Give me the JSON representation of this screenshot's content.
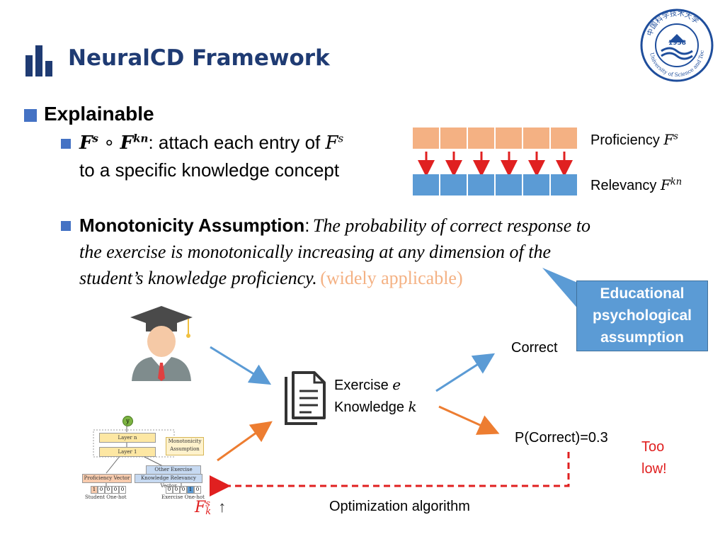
{
  "header": {
    "title": "NeuralCD Framework",
    "logo_icon": "bar-chart-icon",
    "seal_text": "University of Science and Technology of China",
    "seal_year": "1958",
    "seal_chinese": "中国科学技术大学"
  },
  "section": {
    "heading": "Explainable",
    "bullet1": {
      "math_prefix": "F",
      "math_sup1": "s",
      "op": " ∘ ",
      "math_f2": "F",
      "math_sup2": "kn",
      "text": ": attach each entry of ",
      "math_fs": "F",
      "math_fs_sup": "s",
      "line2": "to a specific knowledge concept"
    },
    "bullet2": {
      "bold_label": "Monotonicity Assumption",
      "colon": ":",
      "italic_line1": "The probability of correct response to",
      "italic_line2": "the exercise is monotonically increasing at any dimension of the",
      "italic_line3": "student’s knowledge proficiency.",
      "note": "(widely applicable)"
    }
  },
  "vector_diagram": {
    "proficiency_label": "Proficiency ",
    "proficiency_math": "F",
    "proficiency_sup": "s",
    "relevancy_label": "Relevancy ",
    "relevancy_math": "F",
    "relevancy_sup": "kn",
    "cells": 6
  },
  "callout": {
    "line1": "Educational",
    "line2": "psychological",
    "line3": "assumption"
  },
  "flow": {
    "exercise_label": "Exercise ",
    "exercise_var": "e",
    "knowledge_label": "Knowledge ",
    "knowledge_var": "k",
    "correct": "Correct",
    "p_correct": "P(Correct)=0.3",
    "too_low_1": "Too",
    "too_low_2": "low!",
    "optimization": "Optimization algorithm",
    "fks_math": "F",
    "fks_sup": "s",
    "fks_sub": "k",
    "fks_arrow": "↑"
  },
  "mini_network": {
    "top_node": "y",
    "layer_n": "Layer n",
    "layer_1": "Layer 1",
    "monotonicity": "Monotonicity",
    "assumption": "Assumption",
    "other_factors": "Other Exercise Factors",
    "proficiency_vector": "Proficiency Vector",
    "knowledge_relevancy_vector": "Knowledge Relevancy Vector",
    "student_onehot": "Student One-hot",
    "exercise_onehot": "Exercise One-hot",
    "onehot_digits": [
      "1",
      "0",
      "0",
      "0",
      "0"
    ],
    "exercise_digits": [
      "0",
      "0",
      "0",
      "1",
      "0"
    ]
  },
  "colors": {
    "title": "#1f3b73",
    "bullet": "#4472c4",
    "orange_cell": "#f4b183",
    "blue_cell": "#5b9bd5",
    "red_arrow": "#e02020",
    "blue_arrow": "#5b9bd5",
    "orange_arrow": "#ed7d31",
    "note": "#f4b183",
    "too_low": "#e02020",
    "dashed": "#e02020"
  }
}
